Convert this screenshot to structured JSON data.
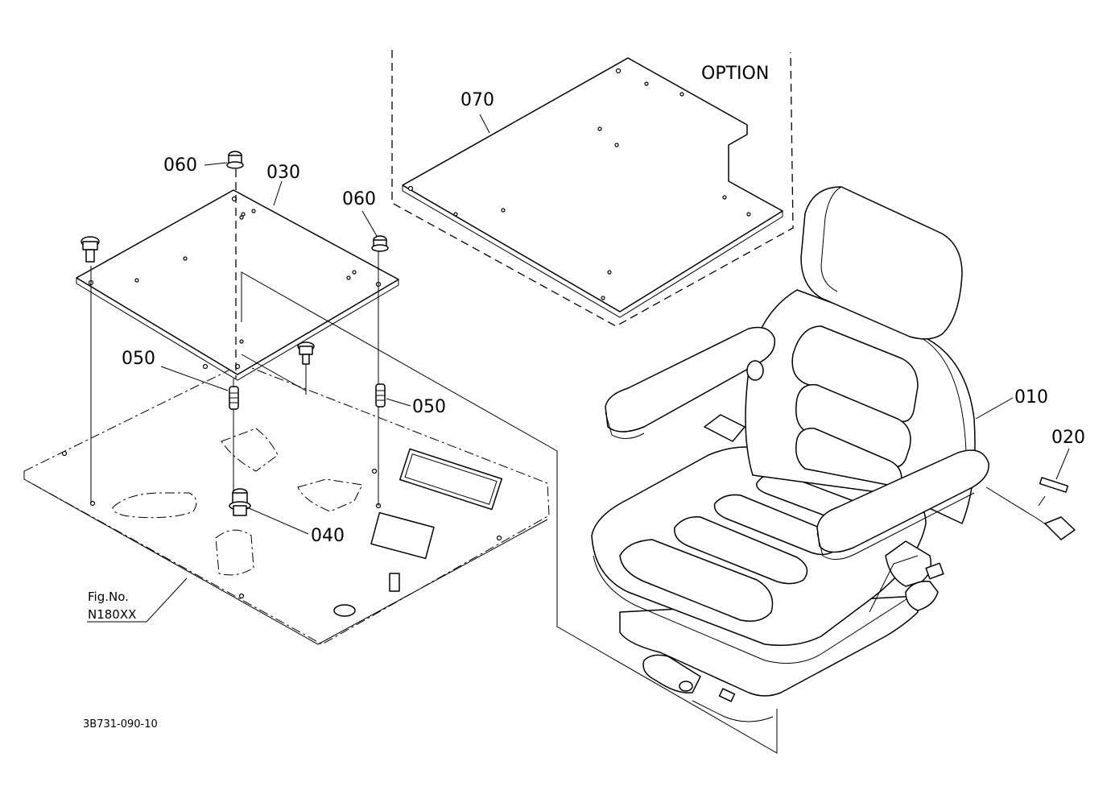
{
  "diagram": {
    "option_label": "OPTION",
    "fig_ref_line1": "Fig.No.",
    "fig_ref_line2": "N180XX",
    "drawing_number": "3B731-090-10",
    "part_callouts": {
      "seat": "010",
      "switch_connector": "020",
      "seat_plate": "030",
      "rubber_mount": "040",
      "stud_left": "050",
      "stud_right": "050",
      "nut_left": "060",
      "nut_right": "060",
      "option_plate": "070"
    }
  }
}
